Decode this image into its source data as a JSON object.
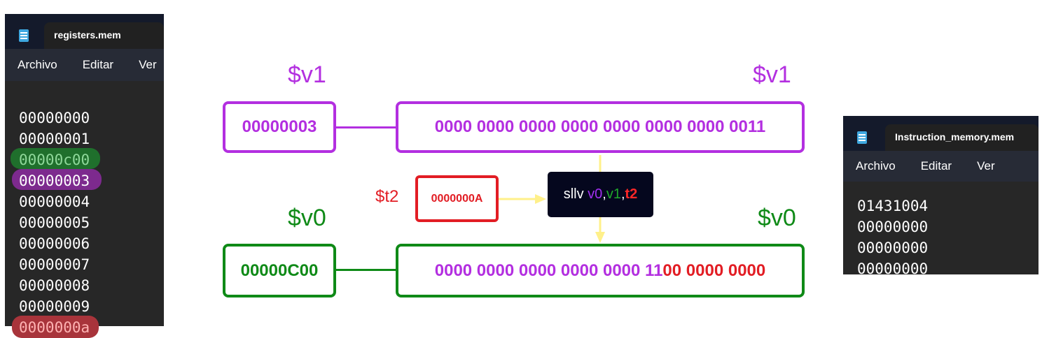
{
  "colors": {
    "purple": "#b32fe0",
    "green": "#0f8a17",
    "red": "#e21d24",
    "yellow": "#fff08a"
  },
  "left_window": {
    "tab_title": "registers.mem",
    "menu": [
      "Archivo",
      "Editar",
      "Ver"
    ],
    "lines": [
      "00000000",
      "00000001",
      "00000c00",
      "00000003",
      "00000004",
      "00000005",
      "00000006",
      "00000007",
      "00000008",
      "00000009",
      "0000000a"
    ]
  },
  "right_window": {
    "tab_title": "Instruction_memory.mem",
    "menu": [
      "Archivo",
      "Editar",
      "Ver"
    ],
    "lines": [
      "01431004",
      "00000000",
      "00000000",
      "00000000"
    ]
  },
  "diagram": {
    "v1_label_left": "$v1",
    "v1_label_right": "$v1",
    "v0_label_left": "$v0",
    "v0_label_right": "$v0",
    "t2_label": "$t2",
    "v1_hex": "00000003",
    "v1_bin": "0000 0000 0000 0000 0000 0000 0000 0011",
    "t2_hex": "0000000A",
    "v0_hex": "00000C00",
    "v0_bin_purple": "0000 0000 0000 0000 0000 11",
    "v0_bin_red": "00 0000 0000",
    "instr_op": "sllv ",
    "instr_rd": "v0",
    "instr_c1": ",",
    "instr_rt": "v1",
    "instr_c2": ",",
    "instr_rs": "t2"
  }
}
